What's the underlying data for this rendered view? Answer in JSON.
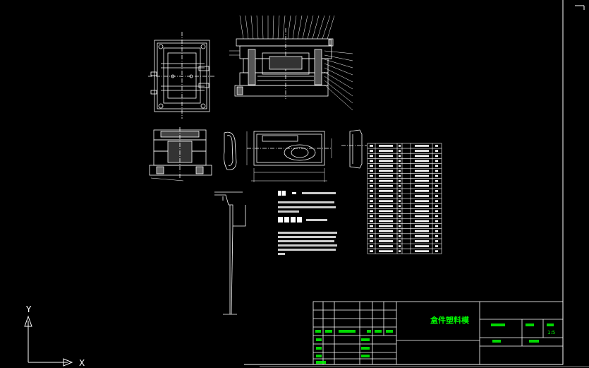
{
  "drawing": {
    "title": "盒件塑料模",
    "scale": "1:5",
    "colors": {
      "background": "#000000",
      "lines": "#ffffff",
      "text": "#ffffff",
      "title_text": "#00ff00"
    }
  },
  "ucs": {
    "y_axis_label": "Y",
    "x_axis_label": "X"
  }
}
